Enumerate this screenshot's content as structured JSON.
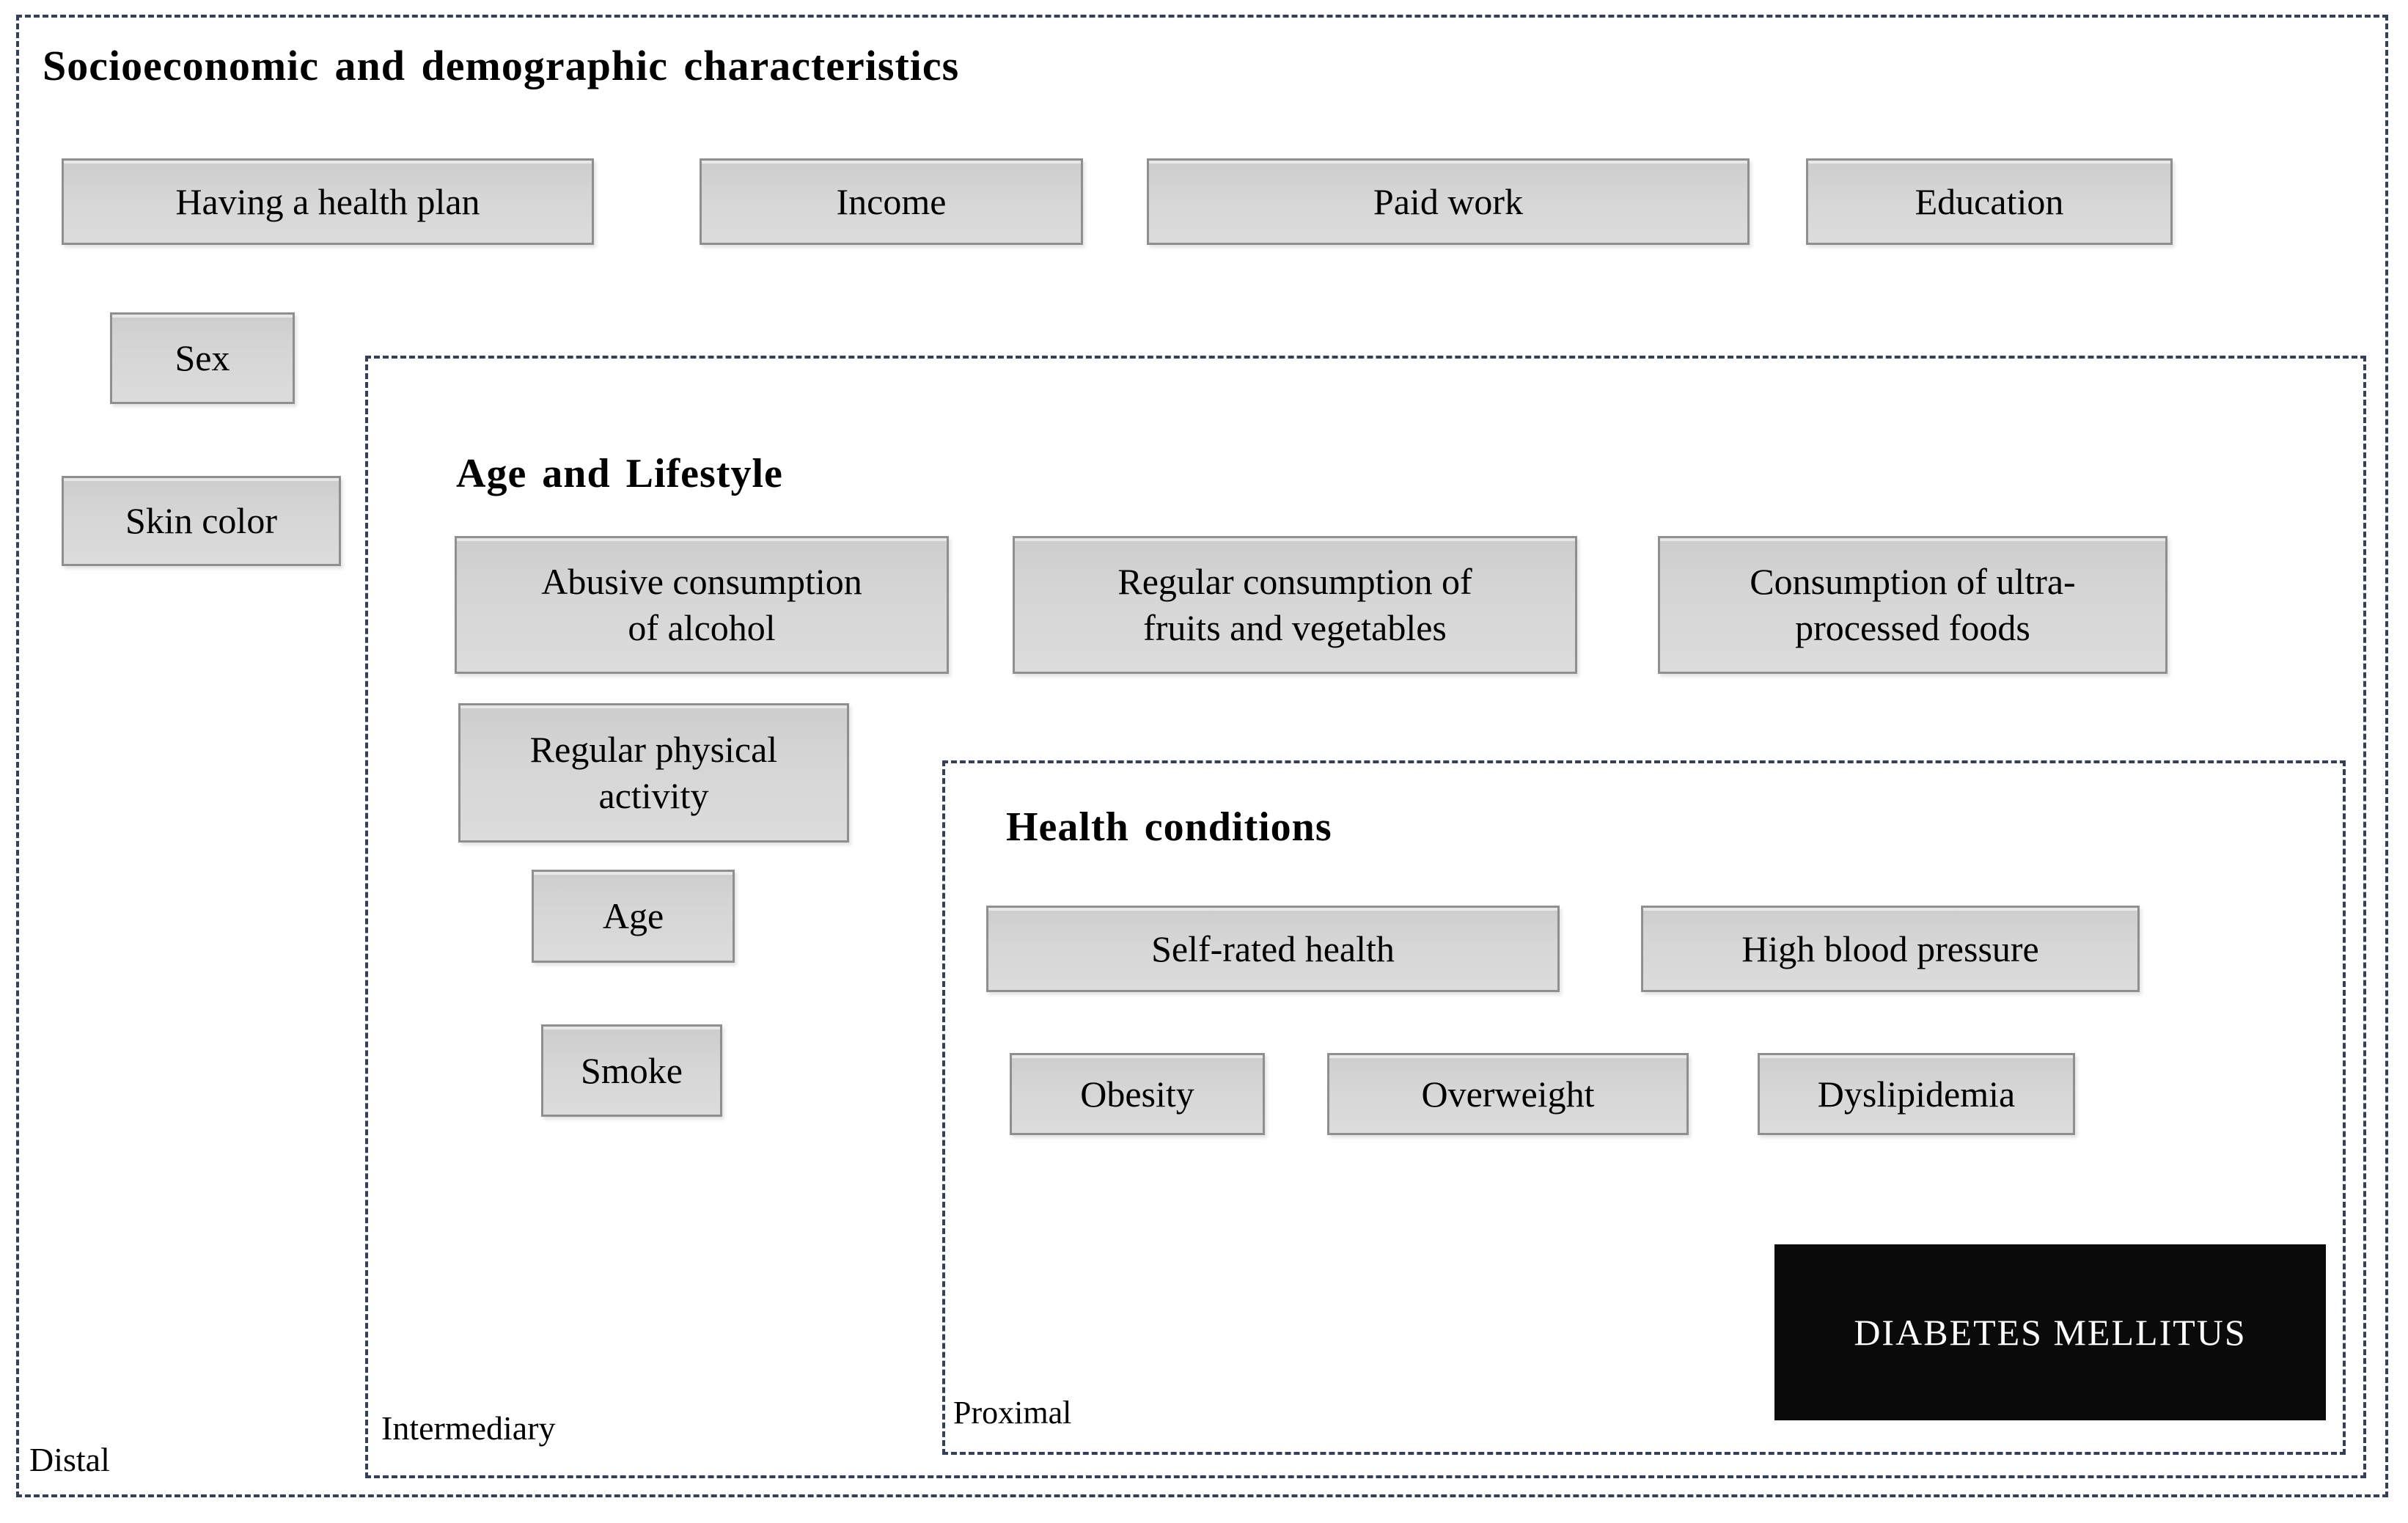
{
  "colors": {
    "background": "#ffffff",
    "region_border": "#32405e",
    "box_fill": "#d6d6d6",
    "box_border": "#8f8f8f",
    "text": "#000000",
    "outcome_background": "#0a0a0a",
    "outcome_text": "#ffffff"
  },
  "diagram": {
    "distal": {
      "region_label": "Distal",
      "title": "Socioeconomic and demographic characteristics",
      "boxes": {
        "health_plan": "Having a health plan",
        "income": "Income",
        "paid_work": "Paid work",
        "education": "Education",
        "sex": "Sex",
        "skin_color": "Skin color"
      }
    },
    "intermediary": {
      "region_label": "Intermediary",
      "title": "Age and Lifestyle",
      "boxes": {
        "alcohol": "Abusive consumption\nof alcohol",
        "fruits_vegetables": "Regular consumption of\nfruits and vegetables",
        "ultra_processed": "Consumption of ultra-\nprocessed foods",
        "physical_activity": "Regular physical\nactivity",
        "age": "Age",
        "smoke": "Smoke"
      }
    },
    "proximal": {
      "region_label": "Proximal",
      "title": "Health conditions",
      "boxes": {
        "self_rated_health": "Self-rated health",
        "high_blood_pressure": "High blood pressure",
        "obesity": "Obesity",
        "overweight": "Overweight",
        "dyslipidemia": "Dyslipidemia"
      }
    },
    "outcome": {
      "label": "DIABETES MELLITUS"
    }
  }
}
